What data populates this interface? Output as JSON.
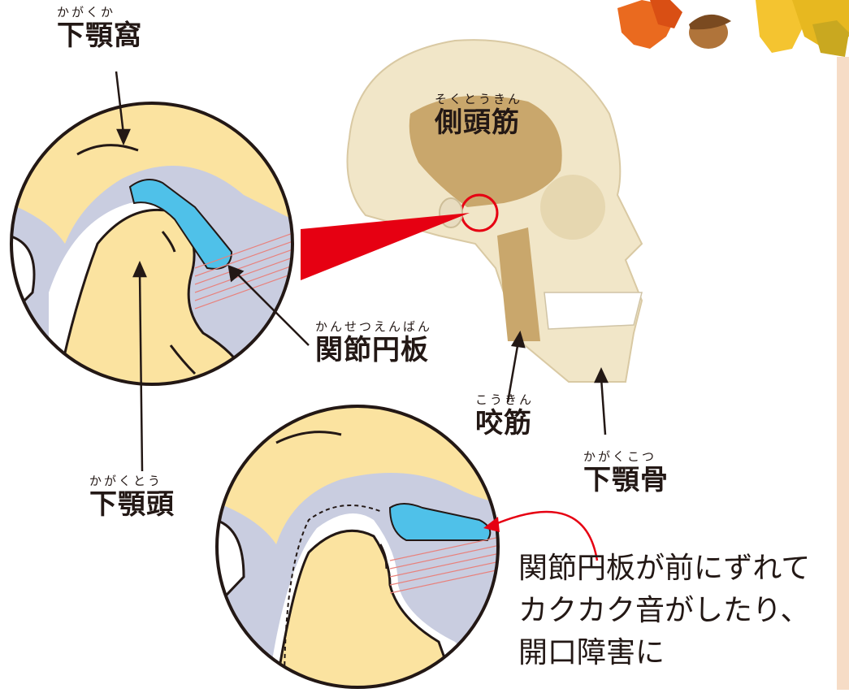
{
  "labels": {
    "fossa": {
      "ruby": "かがくか",
      "text": "下顎窩"
    },
    "temporalis": {
      "ruby": "そくとうきん",
      "text": "側頭筋"
    },
    "disc": {
      "ruby": "かんせつえんばん",
      "text": "関節円板"
    },
    "masseter": {
      "ruby": "こうきん",
      "text": "咬筋"
    },
    "condyle": {
      "ruby": "かがくとう",
      "text": "下顎頭"
    },
    "mandible": {
      "ruby": "かがくこつ",
      "text": "下顎骨"
    }
  },
  "note": {
    "line1": "関節円板が前にずれて",
    "line2": "カクカク音がしたり、",
    "line3": "開口障害に"
  },
  "colors": {
    "bone": "#fbe3a0",
    "bone_outline": "#231815",
    "skull": "#f1e6c8",
    "muscle": "#c9a76c",
    "disc": "#4fc1e9",
    "capsule": "#c9cde0",
    "ligament": "#e8817c",
    "pointer_red": "#e60012",
    "leaf_orange": "#ea6a1f",
    "leaf_yellow": "#f4c430",
    "acorn": "#b0743a",
    "side_panel": "#f6dcc6"
  },
  "icons": [
    "autumn-leaves-icon",
    "acorn-icon"
  ]
}
